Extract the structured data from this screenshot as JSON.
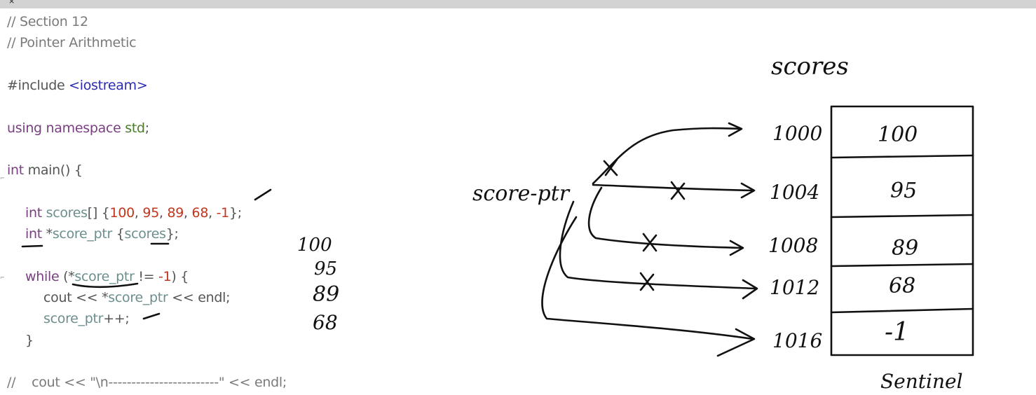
{
  "tab": {
    "close_glyph": "×"
  },
  "code": {
    "l1": "// Section 12",
    "l2": "// Pointer Arithmetic",
    "l3_pp": "#include ",
    "l3_hdr": "<iostream>",
    "l4_kw": "using namespace ",
    "l4_ns": "std",
    "l4_end": ";",
    "l5_kw": "int",
    "l5_rest": " main() {",
    "l6_kw": "int",
    "l6_id": " scores",
    "l6_a": "[] {",
    "l6_n1": "100",
    "l6_c1": ", ",
    "l6_n2": "95",
    "l6_c2": ", ",
    "l6_n3": "89",
    "l6_c3": ", ",
    "l6_n4": "68",
    "l6_c4": ", ",
    "l6_n5": "-1",
    "l6_end": "};",
    "l7_kw": "int",
    "l7_a": " *",
    "l7_id1": "score_ptr",
    "l7_b": " {",
    "l7_id2": "scores",
    "l7_end": "};",
    "l8_kw": "while",
    "l8_a": " (*",
    "l8_id": "score_ptr",
    "l8_b": " != ",
    "l8_n": "-1",
    "l8_end": ") {",
    "l9_a": "cout",
    "l9_b": " << *",
    "l9_id": "score_ptr",
    "l9_c": " << endl;",
    "l10_id": "score_ptr",
    "l10_end": "++;",
    "l11": "}",
    "l12_cmt": "//",
    "l12_rest": "    cout << \"\\n------------------------\" << endl;"
  },
  "annotations": {
    "output_values": [
      "100",
      "95",
      "89",
      "68"
    ],
    "array_label": "scores",
    "pointer_label": "score-ptr",
    "addresses": [
      "1000",
      "1004",
      "1008",
      "1012",
      "1016"
    ],
    "cells": [
      "100",
      "95",
      "89",
      "68",
      "-1"
    ],
    "sentinel_label": "Sentinel"
  }
}
